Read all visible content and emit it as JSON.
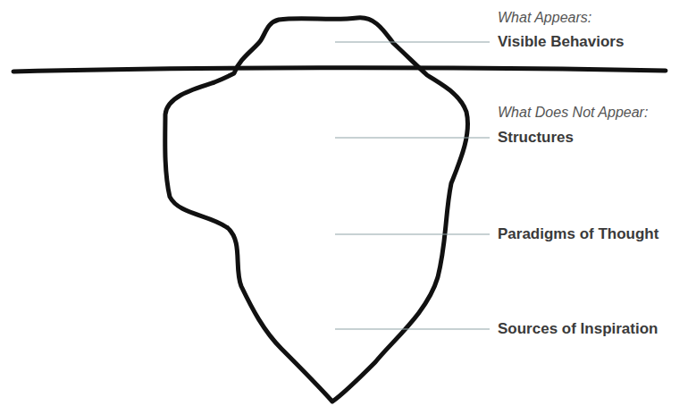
{
  "diagram": {
    "labels": [
      "What Appears:",
      "Visible Behaviors",
      "What Does Not Appear:",
      "Structures",
      "Paradigms of Thought",
      "Sources of Inspiration"
    ]
  }
}
